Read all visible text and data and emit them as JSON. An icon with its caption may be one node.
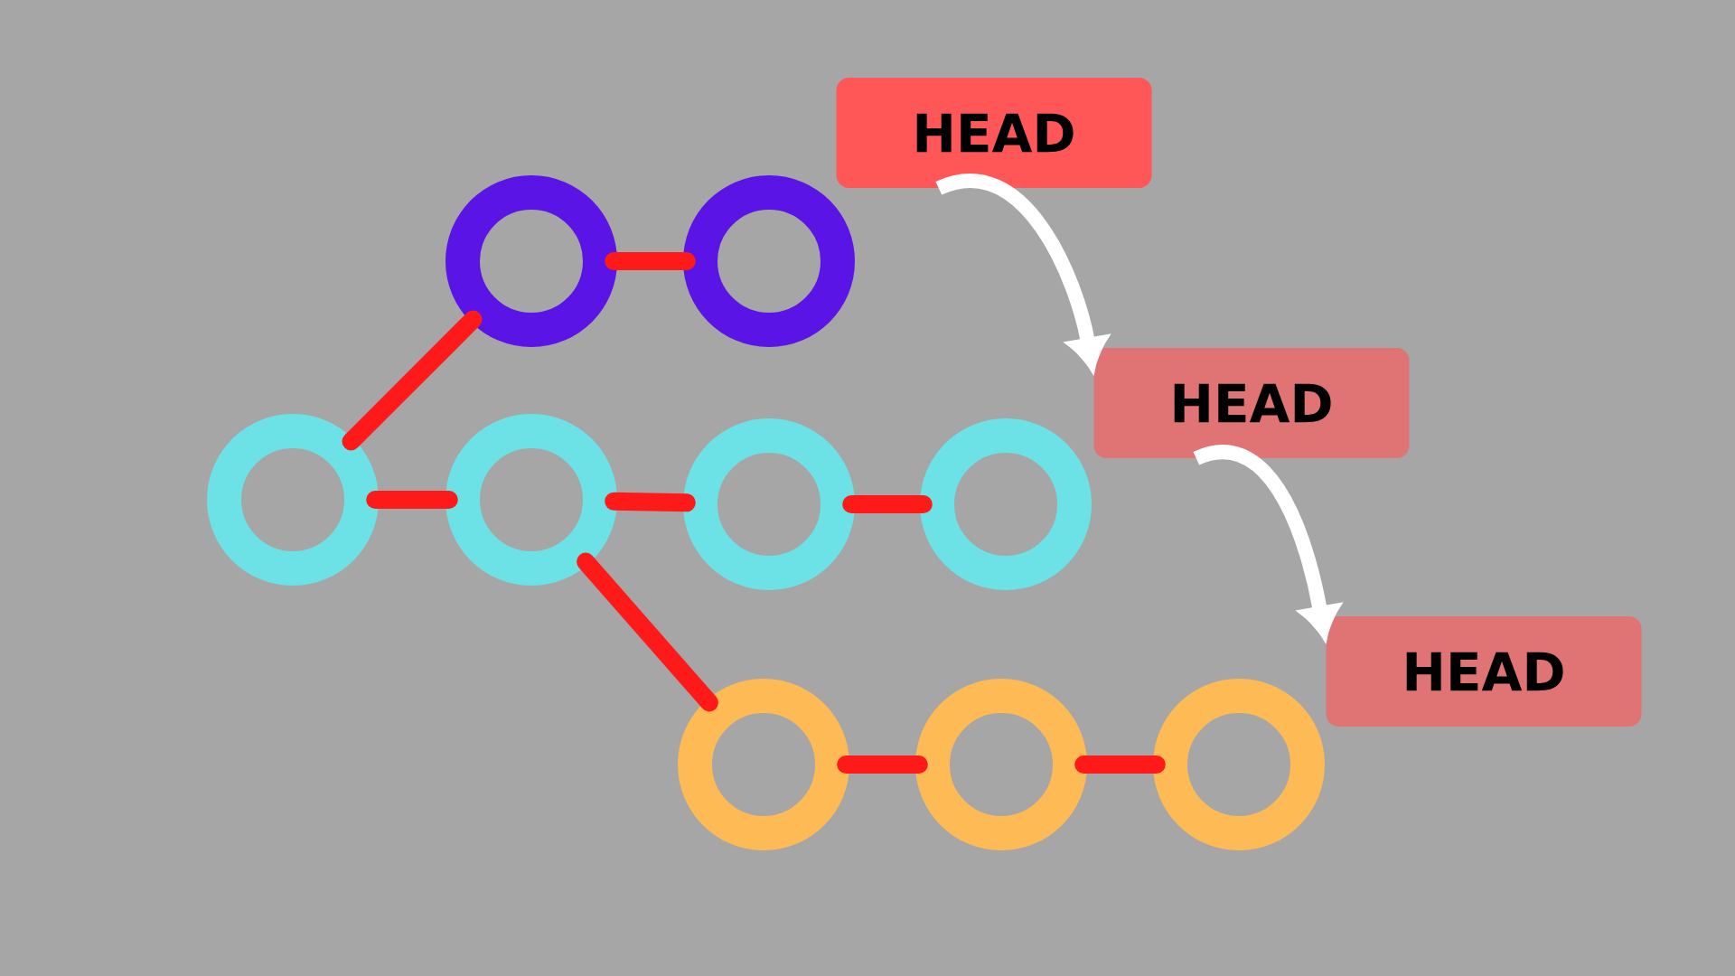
{
  "diagram": {
    "nodes": [
      {
        "text": [
          "HEAD"
        ]
      },
      {
        "text": [],
        "shape": "circle"
      },
      {
        "text": [],
        "shape": "circle"
      },
      {
        "text": [],
        "shape": "circle"
      },
      {
        "text": [],
        "shape": "circle"
      },
      {
        "text": [],
        "shape": "circle"
      },
      {
        "text": [],
        "shape": "circle"
      },
      {
        "text": [
          "HEAD"
        ]
      },
      {
        "text": [],
        "shape": "circle"
      },
      {
        "text": [],
        "shape": "circle"
      },
      {
        "text": [],
        "shape": "circle"
      },
      {
        "text": [
          "HEAD"
        ]
      }
    ],
    "edges": [
      {
        "from": 3,
        "to": 1,
        "arrow": "none"
      },
      {
        "from": 1,
        "to": 2,
        "arrow": "none"
      },
      {
        "from": 3,
        "to": 4,
        "arrow": "none"
      },
      {
        "from": 4,
        "to": 5,
        "arrow": "none"
      },
      {
        "from": 5,
        "to": 6,
        "arrow": "none"
      },
      {
        "from": 4,
        "to": 8,
        "arrow": "none"
      },
      {
        "from": 8,
        "to": 9,
        "arrow": "none"
      },
      {
        "from": 9,
        "to": 10,
        "arrow": "none"
      },
      {
        "from": 0,
        "to": 7,
        "arrow": "to",
        "color": "#ffffff"
      },
      {
        "from": 7,
        "to": 11,
        "arrow": "to",
        "color": "#ffffff"
      }
    ]
  }
}
